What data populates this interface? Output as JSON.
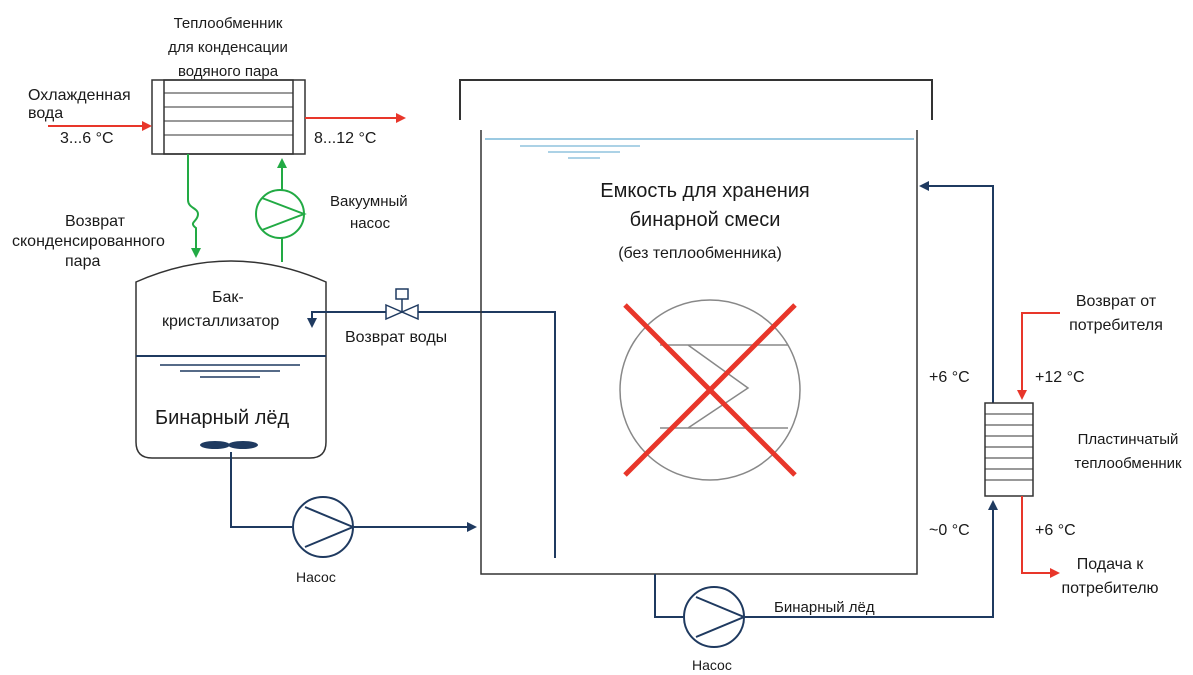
{
  "labels": {
    "hx_condenser": [
      "Теплообменник",
      "для конденсации",
      "водяного пара"
    ],
    "cooled_water": [
      "Охлажденная",
      "вода"
    ],
    "temp_in": "3...6 °C",
    "temp_out": "8...12 °C",
    "condensate_return": [
      "Возврат",
      "сконденсированного",
      "пара"
    ],
    "vacuum_pump": [
      "Вакуумный",
      "насос"
    ],
    "crystallizer_tank": [
      "Бак-",
      "кристаллизатор"
    ],
    "water_return": "Возврат воды",
    "binary_ice_tank": "Бинарный лёд",
    "pump1": "Насос",
    "pump2": "Насос",
    "storage_tank": [
      "Емкость для хранения",
      "бинарной смеси"
    ],
    "no_hx": "(без теплообменника)",
    "binary_ice_line": "Бинарный лёд",
    "consumer_return": [
      "Возврат от",
      "потребителя"
    ],
    "t_plus12": "+12 °C",
    "t_plus6_left": "+6 °C",
    "t_plus6_right": "+6 °C",
    "t_zero": "~0 °C",
    "plate_hx": [
      "Пластинчатый",
      "теплообменник"
    ],
    "consumer_supply": [
      "Подача к",
      "потребителю"
    ]
  },
  "colors": {
    "pipe": "#1f3a60",
    "condensate": "#22aa44",
    "hot_cold_water": "#e8362a",
    "cross_out": "#e8362a",
    "water_surface": "#7ab8d8"
  }
}
